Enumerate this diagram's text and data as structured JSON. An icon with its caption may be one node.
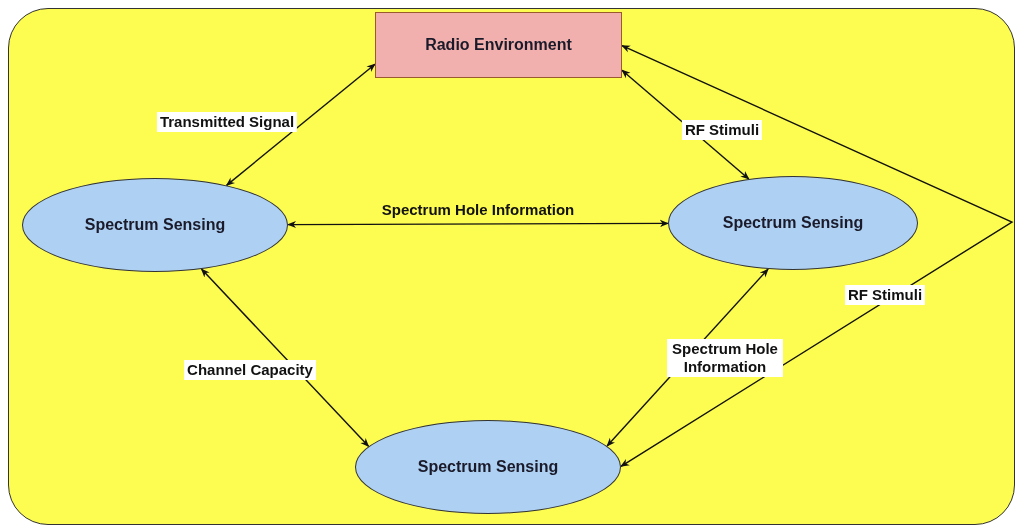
{
  "diagram": {
    "nodes": [
      {
        "text": [
          "Radio Environment"
        ]
      },
      {
        "text": [
          "Spectrum Sensing"
        ]
      },
      {
        "text": [
          "Spectrum Sensing"
        ]
      },
      {
        "text": [
          "Spectrum Sensing"
        ]
      }
    ],
    "edges": [
      {
        "from": 1,
        "to": 0,
        "arrow": "both",
        "label": "Transmitted Signal"
      },
      {
        "from": 0,
        "to": 2,
        "arrow": "both",
        "label": "RF Stimuli"
      },
      {
        "from": 1,
        "to": 2,
        "arrow": "both",
        "label": "Spectrum Hole Information"
      },
      {
        "from": 1,
        "to": 3,
        "arrow": "both",
        "label": "Channel Capacity"
      },
      {
        "from": 2,
        "to": 3,
        "arrow": "both",
        "label": "Spectrum Hole Information"
      },
      {
        "from": 3,
        "to": 0,
        "arrow": "both",
        "label": "RF Stimuli"
      }
    ]
  }
}
